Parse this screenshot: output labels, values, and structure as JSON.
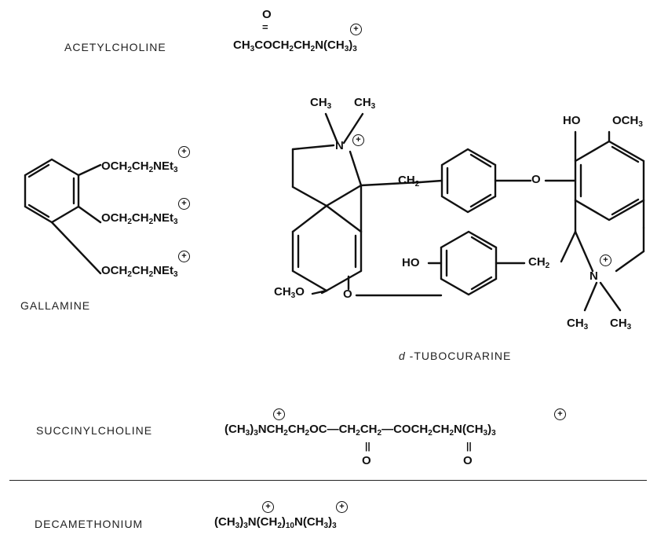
{
  "acetylcholine": {
    "label": "ACETYLCHOLINE",
    "carbonyl_o": "O",
    "double_bond": "=",
    "formula_parts": [
      "CH",
      "3",
      "COCH",
      "2",
      "CH",
      "2",
      "N",
      "(CH",
      "3",
      ")",
      "3"
    ]
  },
  "gallamine": {
    "label": "GALLAMINE",
    "chain_parts": [
      "OCH",
      "2",
      "CH",
      "2",
      "NEt",
      "3"
    ]
  },
  "tubocurarine": {
    "label_prefix": "d",
    "label_rest": " -TUBOCURARINE",
    "methyl": "CH",
    "methyl_sub": "3",
    "n_plus": "N",
    "ch2_bridge": "CH",
    "ch2_bridge_sub": "2",
    "ether_o": "O",
    "ho": "HO",
    "och3_right": "OCH",
    "och3_right_sub": "3",
    "ch3o_left": "CH",
    "ch3o_left_sub": "3",
    "ch3o_left_o": "O",
    "ho_lower": "HO",
    "ch2_lower": "CH",
    "ch2_lower_sub": "2"
  },
  "succinylcholine": {
    "label": "SUCCINYLCHOLINE",
    "formula_parts": [
      "(CH",
      "3",
      ")",
      "3",
      "NCH",
      "2",
      "CH",
      "2",
      "OC",
      "—CH",
      "2",
      "CH",
      "2",
      "—",
      "COCH",
      "2",
      "CH",
      "2",
      "N",
      "(CH",
      "3",
      ")",
      "3"
    ],
    "carbonyl_o": "O",
    "double_bond": "||"
  },
  "decamethonium": {
    "label": "DECAMETHONIUM",
    "formula_parts": [
      "(CH",
      "3",
      ")",
      "3",
      "N",
      "(CH",
      "2",
      ")",
      "10",
      "N",
      "(CH",
      "3",
      ")",
      "3"
    ]
  },
  "plus_symbol": "+"
}
